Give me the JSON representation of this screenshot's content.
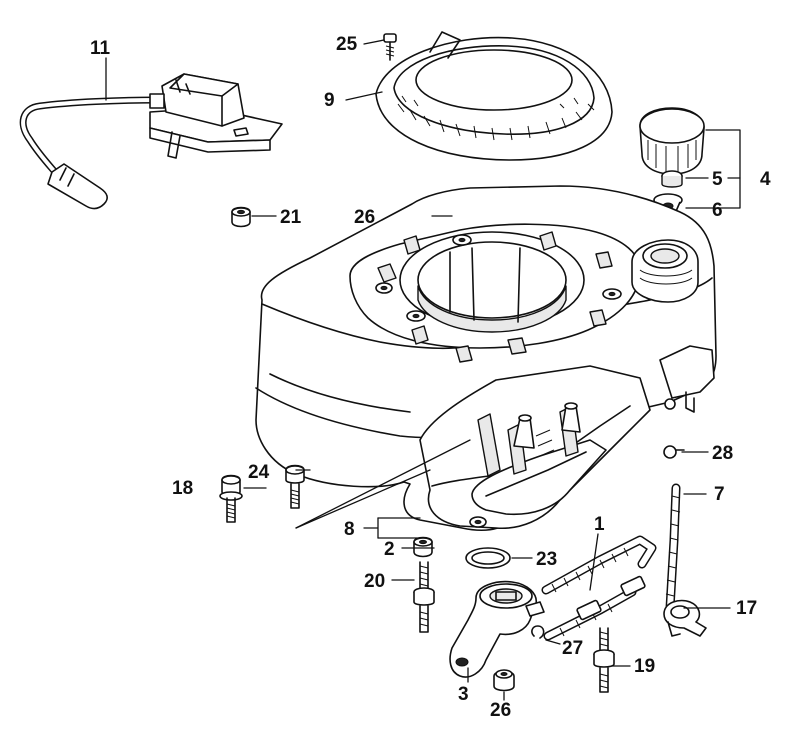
{
  "labels": {
    "p1": "1",
    "p2": "2",
    "p3": "3",
    "p4": "4",
    "p5": "5",
    "p6": "6",
    "p7": "7",
    "p8": "8",
    "p9": "9",
    "p11": "11",
    "p17": "17",
    "p18": "18",
    "p19": "19",
    "p20": "20",
    "p21": "21",
    "p23": "23",
    "p24": "24",
    "p25": "25",
    "p26a": "26",
    "p26b": "26",
    "p27": "27",
    "p28": "28"
  }
}
